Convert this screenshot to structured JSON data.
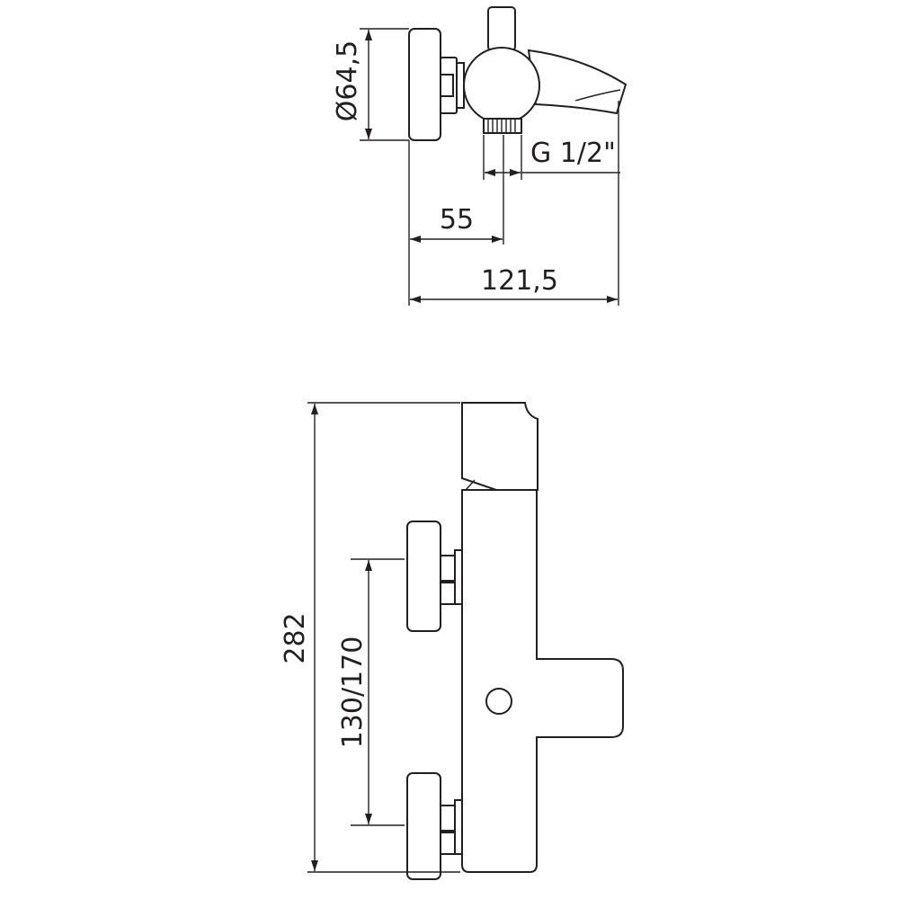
{
  "top_view": {
    "diameter_label": "Ø64,5",
    "thread_label": "G 1/2\"",
    "offset_label": "55",
    "depth_label": "121,5"
  },
  "front_view": {
    "height_label": "282",
    "spacing_label": "130/170"
  },
  "colors": {
    "line": "#231f20",
    "background": "#ffffff"
  }
}
